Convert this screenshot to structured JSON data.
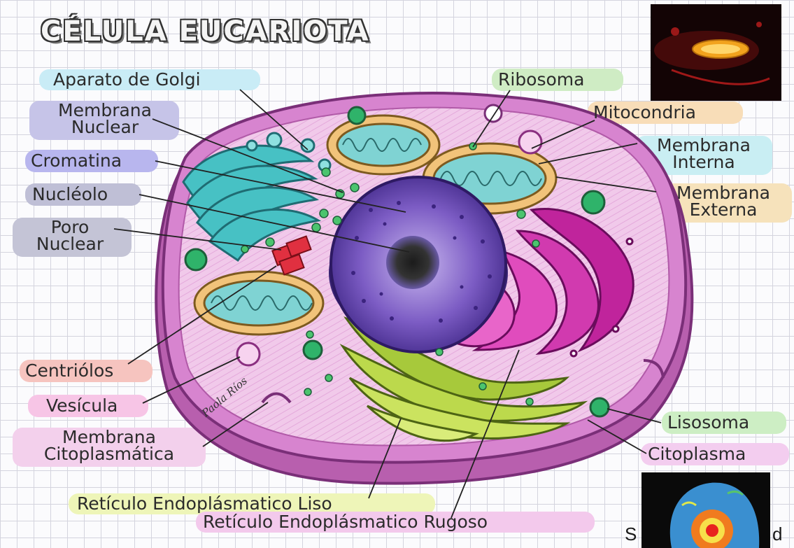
{
  "title": "CÉLULA EUCARIOTA",
  "labels": {
    "golgi": "Aparato de Golgi",
    "membrana_nuclear_1": "Membrana",
    "membrana_nuclear_2": "Nuclear",
    "cromatina": "Cromatina",
    "nucleolo": "Nucléolo",
    "poro_1": "Poro",
    "poro_2": "Nuclear",
    "centriolos": "Centriólos",
    "vesicula": "Vesícula",
    "membrana_cito_1": "Membrana",
    "membrana_cito_2": "Citoplasmática",
    "ribosoma": "Ribosoma",
    "mitocondria": "Mitocondria",
    "membrana_interna_1": "Membrana",
    "membrana_interna_2": "Interna",
    "membrana_externa_1": "Membrana",
    "membrana_externa_2": "Externa",
    "lisosoma": "Lisosoma",
    "citoplasma": "Citoplasma",
    "rel": "Retículo Endoplásmatico Liso",
    "rer": "Retículo Endoplásmatico Rugoso"
  },
  "signature": "Paola Ríos",
  "watermark_left": "S",
  "watermark_right": "d",
  "colors": {
    "golgi_hl": "#c9ecf6",
    "nuclear_hl": "#c6c4e8",
    "cromatina_hl": "#b8b6ee",
    "nucleolo_hl": "#bfbfd6",
    "centriolos_hl": "#f6c4bf",
    "vesicula_hl": "#f7c5e6",
    "membrana_cito_hl": "#f3d0ec",
    "ribosoma_hl": "#cfecc4",
    "mitocondria_hl": "#f8ddb8",
    "interna_hl": "#c9eef3",
    "externa_hl": "#f6e2bb",
    "lisosoma_hl": "#cdeec4",
    "citoplasma_hl": "#f3cdef",
    "rel_hl": "#eef5b8",
    "rer_hl": "#f3c9ec",
    "cell_membrane": "#d784cf",
    "cytoplasm": "#f0c6ea",
    "nucleus": "#5b3fa6",
    "golgi": "#3db3b8",
    "mitochondria": "#f1c37a",
    "rough_er": "#c0249c",
    "smooth_er": "#a7c93b"
  }
}
